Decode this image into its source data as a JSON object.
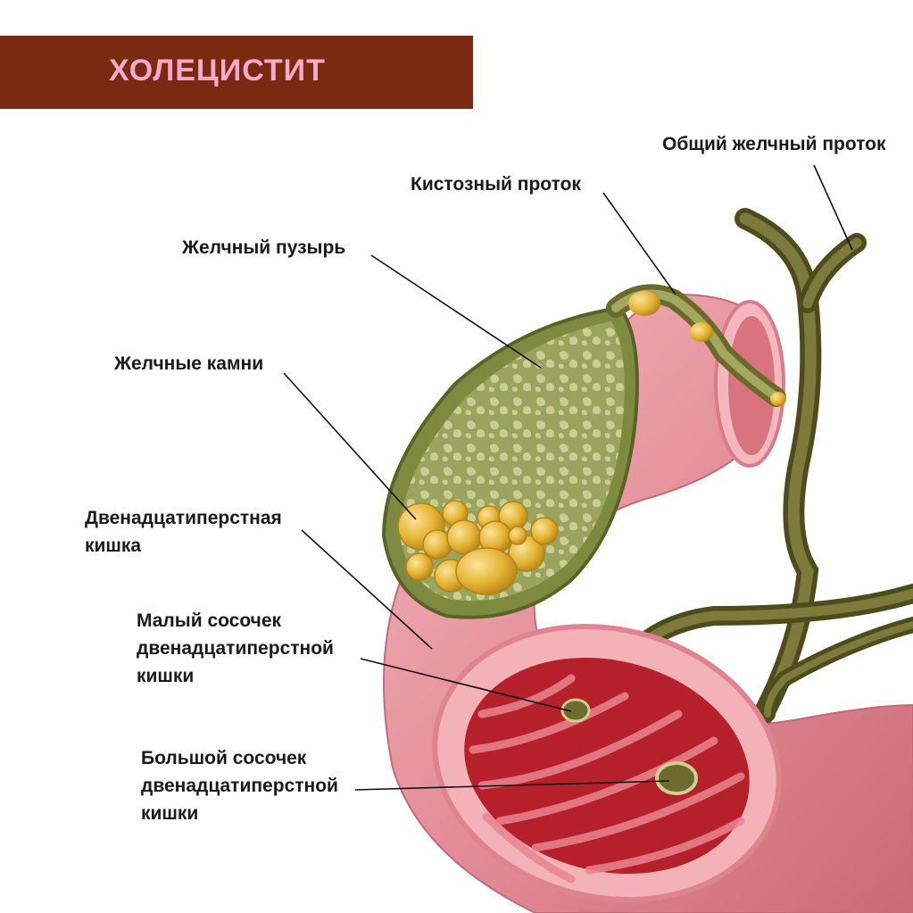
{
  "title": "ХОЛЕЦИСТИТ",
  "labels": {
    "common_bile_duct": "Общий желчный проток",
    "cystic_duct": "Кистозный проток",
    "gallbladder": "Желчный пузырь",
    "gallstones": "Желчные камни",
    "duodenum": [
      "Двенадцатиперстная",
      "кишка"
    ],
    "minor_papilla": [
      "Малый сосочек",
      "двенадцатиперстной",
      "кишки"
    ],
    "major_papilla": [
      "Большой сосочек",
      "двенадцатиперстной",
      "кишки"
    ]
  },
  "colors": {
    "banner": "#7a2a10",
    "title_text": "#f6a9c8",
    "duodenum": "#e79aa3",
    "duodenum_inner": "#b3202c",
    "gallbladder_wall": "#8f9a55",
    "gallstone": "#e6b93a",
    "duct": "#5b5a24"
  }
}
